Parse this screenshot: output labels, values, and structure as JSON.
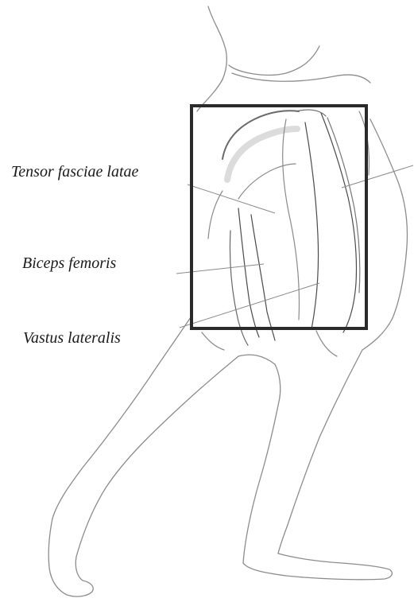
{
  "figure": {
    "labels": {
      "tensor": "Tensor fasciae latae",
      "biceps": "Biceps femoris",
      "vastus": "Vastus lateralis"
    }
  },
  "colors": {
    "outline": "#7a7a7a",
    "muscle_line": "#4a4a4a",
    "highlight_box": "#2b2b2b",
    "leader_line": "#8a8a8a"
  }
}
